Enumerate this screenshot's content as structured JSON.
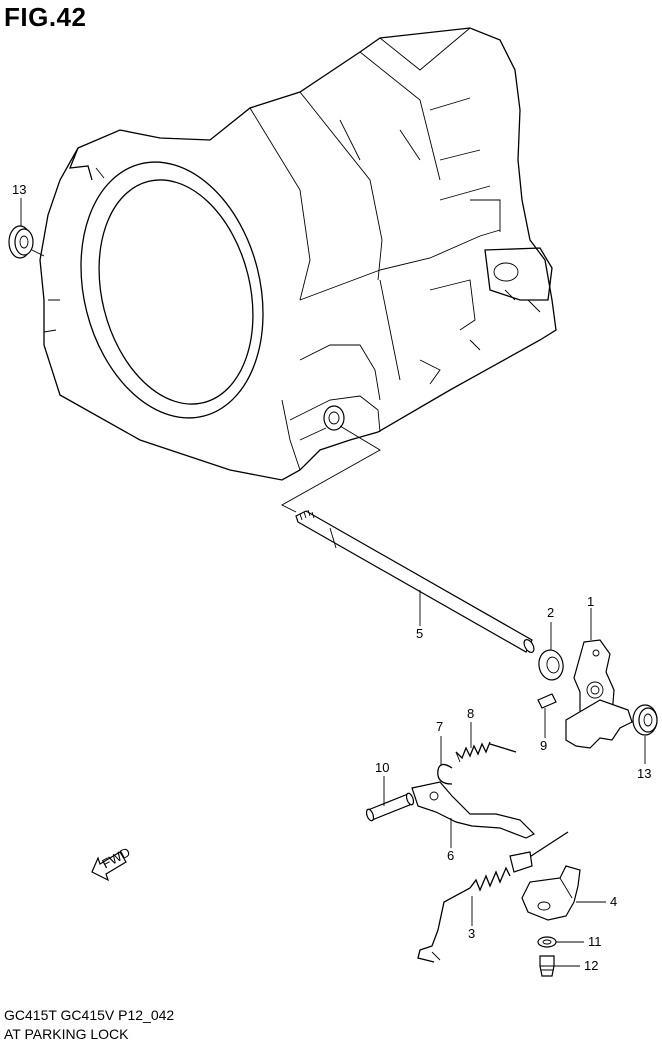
{
  "figure_title": "FIG.42",
  "caption": {
    "model_line": "GC415T GC415V P12_042",
    "description": "AT PARKING LOCK"
  },
  "fwd_arrow_text": "FWD",
  "callouts": [
    {
      "id": "1",
      "label": "1"
    },
    {
      "id": "2",
      "label": "2"
    },
    {
      "id": "3",
      "label": "3"
    },
    {
      "id": "4",
      "label": "4"
    },
    {
      "id": "5",
      "label": "5"
    },
    {
      "id": "6",
      "label": "6"
    },
    {
      "id": "7",
      "label": "7"
    },
    {
      "id": "8",
      "label": "8"
    },
    {
      "id": "9",
      "label": "9"
    },
    {
      "id": "10",
      "label": "10"
    },
    {
      "id": "11",
      "label": "11"
    },
    {
      "id": "12",
      "label": "12"
    },
    {
      "id": "13a",
      "label": "13"
    },
    {
      "id": "13b",
      "label": "13"
    }
  ]
}
